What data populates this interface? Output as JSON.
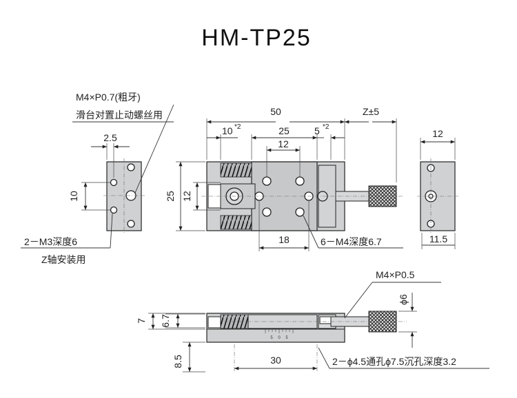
{
  "title": "HM-TP25",
  "dimensions": {
    "overall_length": "50",
    "travel": "Z±5",
    "margin_left": "10",
    "margin_left_note": "*2",
    "hole_span": "25",
    "margin_right": "5",
    "margin_right_note": "*2",
    "inner_span": "12",
    "height_total": "25",
    "height_inner": "12",
    "bottom_span": "18",
    "side_width": "12",
    "side_offset": "11.5",
    "left_offset": "2.5",
    "left_height": "10",
    "front_height": "7",
    "front_inner": "6.7",
    "base_height": "8.5",
    "base_span": "30",
    "knob_dia": "ϕ6"
  },
  "callouts": {
    "adjust_screw_line1": "M4×P0.7(粗牙)",
    "adjust_screw_line2": "滑台对置止动螺丝用",
    "z_mount_line1": "2－M3深度6",
    "z_mount_line2": "Z轴安装用",
    "top_tapped": "6－M4深度6.7",
    "knob_thread": "M4×P0.5",
    "counterbore": "2－ϕ4.5通孔ϕ7.5沉孔深度3.2"
  },
  "scale_marks": [
    "5",
    "0",
    "5"
  ]
}
